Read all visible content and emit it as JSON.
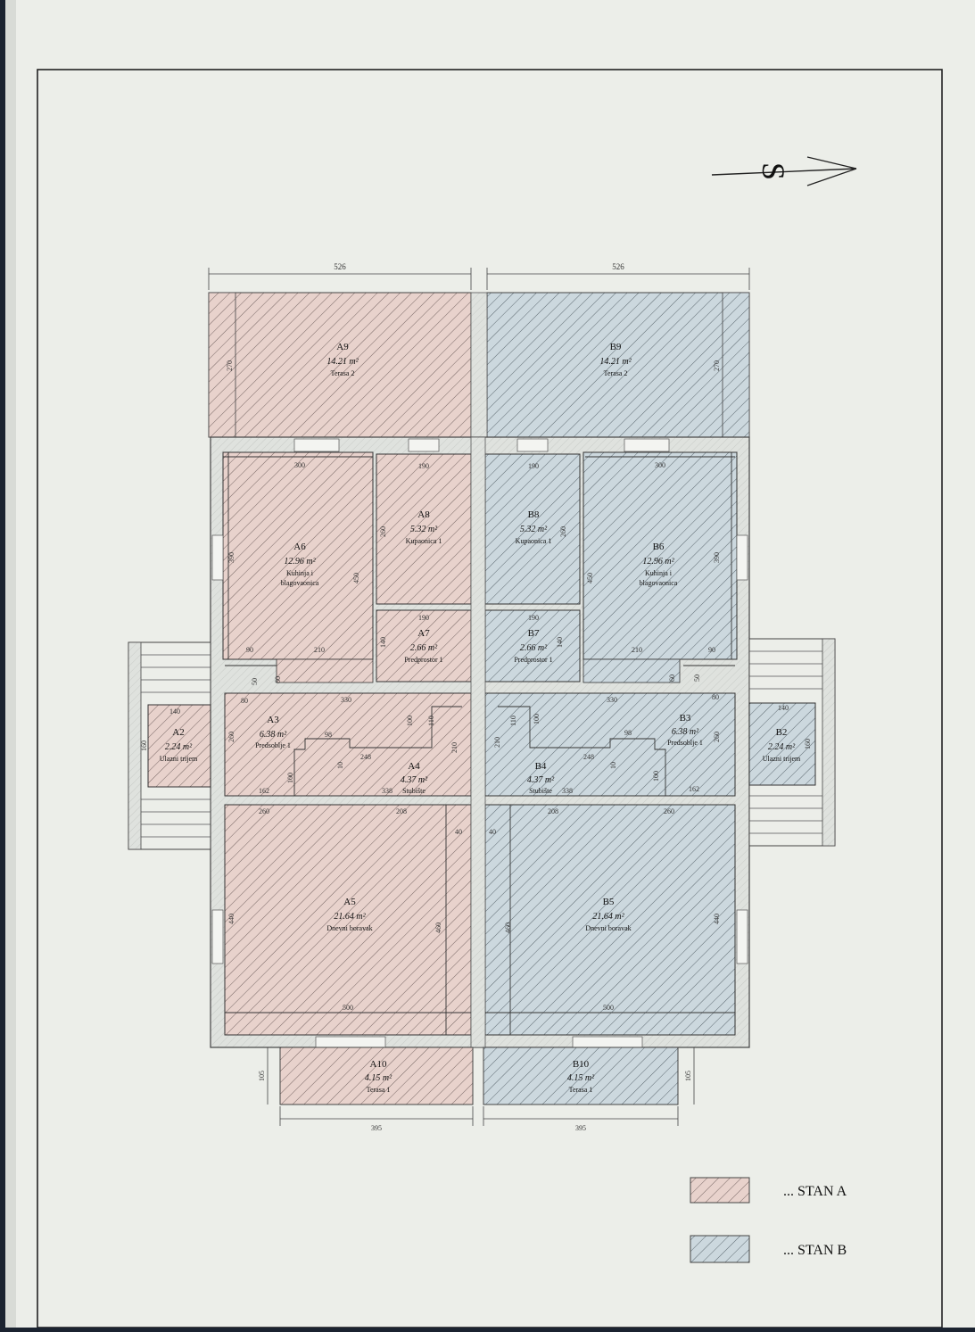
{
  "north_label": "S",
  "dims": {
    "top_a": "526",
    "top_b": "526",
    "a9_side": "270",
    "b9_side": "270",
    "a6_w": "300",
    "b6_w": "300",
    "a8_w": "190",
    "b8_w": "190",
    "a7_w": "190",
    "b7_w": "190",
    "a6_h": "390",
    "b6_h": "390",
    "a8_h": "260",
    "b8_h": "260",
    "a6_wall": "450",
    "b6_wall": "450",
    "a6_90": "90",
    "b6_90": "90",
    "a6_210": "210",
    "b6_210": "210",
    "a7_140": "140",
    "b7_140": "140",
    "a_330": "330",
    "b_330": "330",
    "a_80": "80",
    "b_80": "80",
    "a_50": "50",
    "b_50": "50",
    "a_60": "60",
    "b_60": "60",
    "a2_140": "140",
    "b2_140": "140",
    "a2_160": "160",
    "b2_160": "160",
    "a3_260": "260",
    "b3_260": "260",
    "a_98": "98",
    "b_98": "98",
    "a_248": "248",
    "b_248": "248",
    "a_100a": "100",
    "b_100a": "100",
    "a_110": "110",
    "b_110": "110",
    "a_210v": "210",
    "b_210v": "210",
    "a_100b": "100",
    "b_100b": "100",
    "a_10": "10",
    "b_10": "10",
    "a_162": "162",
    "b_162": "162",
    "a_338": "338",
    "b_338": "338",
    "a_260h": "260",
    "b_260h": "260",
    "a_208": "208",
    "b_208": "208",
    "a_40": "40",
    "b_40": "40",
    "a5_440": "440",
    "b5_440": "440",
    "a5_460": "460",
    "b5_460": "460",
    "a5_500": "500",
    "b5_500": "500",
    "a10_105": "105",
    "b10_105": "105",
    "a10_395": "395",
    "b10_395": "395"
  },
  "rooms": {
    "a9": {
      "id": "A9",
      "area": "14.21 m²",
      "name": "Terasa 2"
    },
    "b9": {
      "id": "B9",
      "area": "14.21 m²",
      "name": "Terasa 2"
    },
    "a6": {
      "id": "A6",
      "area": "12.96 m²",
      "name1": "Kuhinja i",
      "name2": "blagovaonica"
    },
    "b6": {
      "id": "B6",
      "area": "12.96 m²",
      "name1": "Kuhinja i",
      "name2": "blagovaonica"
    },
    "a8": {
      "id": "A8",
      "area": "5.32 m²",
      "name": "Kupaonica 1"
    },
    "b8": {
      "id": "B8",
      "area": "5.32 m²",
      "name": "Kupaonica 1"
    },
    "a7": {
      "id": "A7",
      "area": "2.66 m²",
      "name": "Predprostor 1"
    },
    "b7": {
      "id": "B7",
      "area": "2.66 m²",
      "name": "Predprostor 1"
    },
    "a3": {
      "id": "A3",
      "area": "6.38 m²",
      "name": "Predsoblje 1"
    },
    "b3": {
      "id": "B3",
      "area": "6.38 m²",
      "name": "Predsoblje 1"
    },
    "a2": {
      "id": "A2",
      "area": "2.24 m²",
      "name": "Ulazni trijem"
    },
    "b2": {
      "id": "B2",
      "area": "2.24 m²",
      "name": "Ulazni trijem"
    },
    "a4": {
      "id": "A4",
      "area": "4.37 m²",
      "name": "Stubište"
    },
    "b4": {
      "id": "B4",
      "area": "4.37 m²",
      "name": "Stubište"
    },
    "a5": {
      "id": "A5",
      "area": "21.64 m²",
      "name": "Dnevni boravak"
    },
    "b5": {
      "id": "B5",
      "area": "21.64 m²",
      "name": "Dnevni boravak"
    },
    "a10": {
      "id": "A10",
      "area": "4.15 m²",
      "name": "Terasa 1"
    },
    "b10": {
      "id": "B10",
      "area": "4.15 m²",
      "name": "Terasa 1"
    }
  },
  "legend": {
    "a": "... STAN A",
    "b": "... STAN B"
  },
  "colors": {
    "paper": "#eceee9",
    "stan_a": "#e8d2cc",
    "stan_b": "#ccd8de",
    "wall": "#d9dcd8",
    "line": "#3a3a3a",
    "frame": "#1b2330"
  }
}
